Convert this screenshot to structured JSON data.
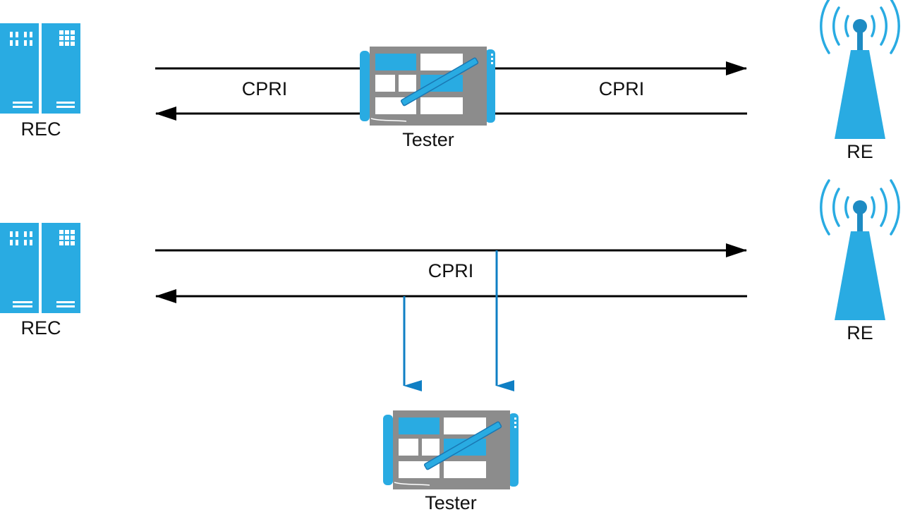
{
  "diagram": {
    "top": {
      "rec_label": "REC",
      "re_label": "RE",
      "tester_label": "Tester",
      "link_left_label": "CPRI",
      "link_right_label": "CPRI"
    },
    "bottom": {
      "rec_label": "REC",
      "re_label": "RE",
      "tester_label": "Tester",
      "link_label": "CPRI"
    }
  },
  "colors": {
    "device_blue": "#29abe2",
    "tap_blue": "#0f7fc4",
    "tablet_gray": "#8c8c8c",
    "line_black": "#000000"
  },
  "icons": {
    "rec": "server-rack-icon",
    "re": "radio-antenna-icon",
    "tester": "tablet-tester-icon"
  }
}
